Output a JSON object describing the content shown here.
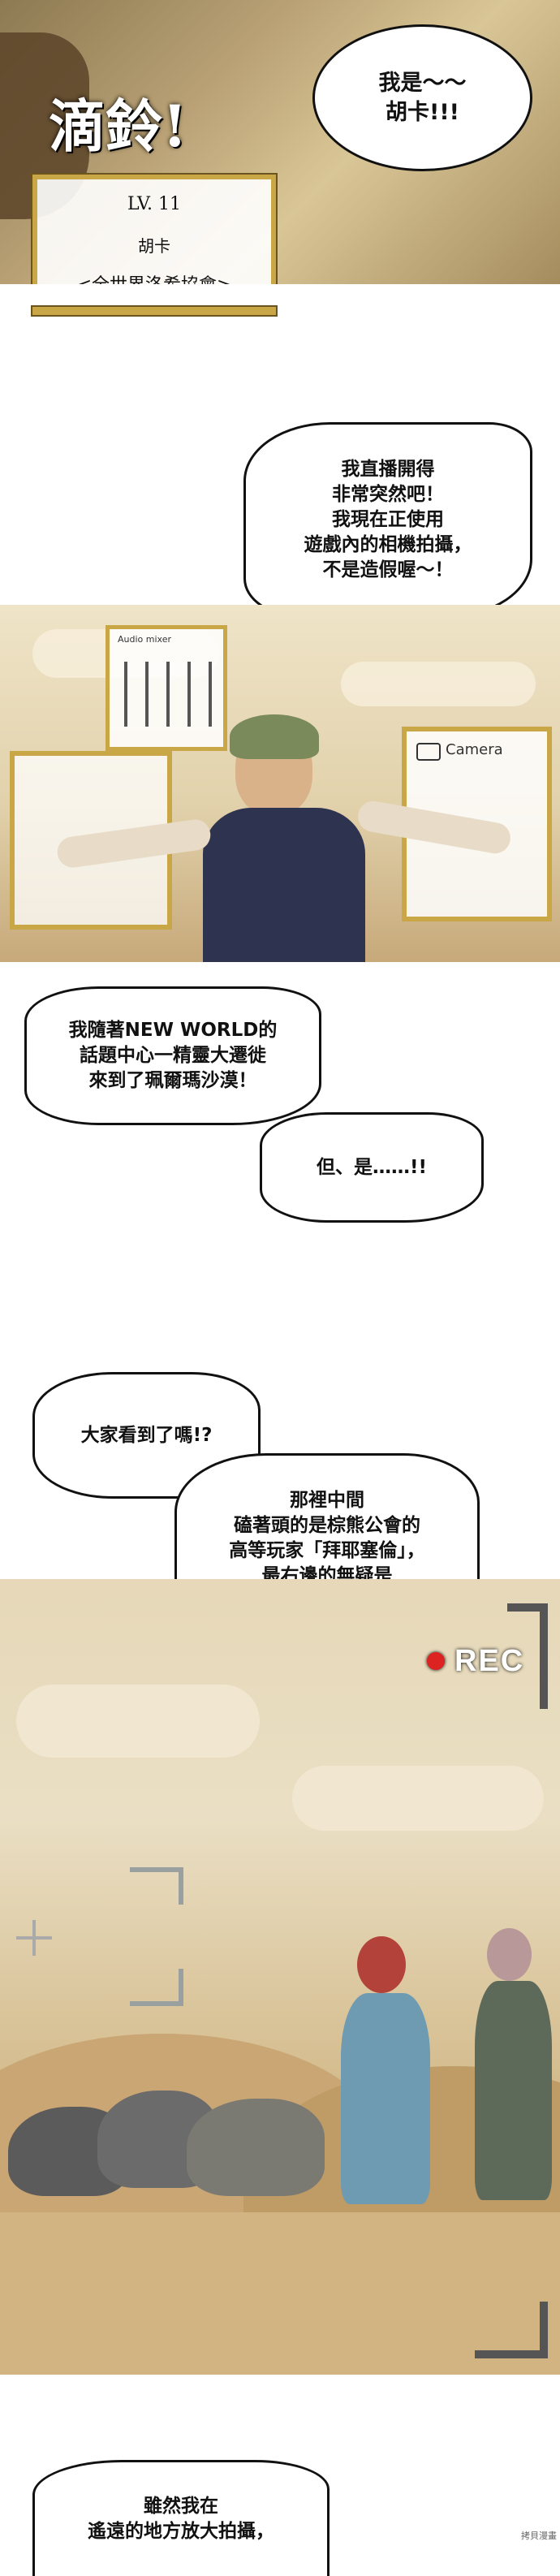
{
  "panel1": {
    "sfx": "滴鈴!",
    "status_window": {
      "level": "LV. 11",
      "name": "胡卡",
      "guild": "<全世界洛希協會>"
    },
    "bubble": "我是～～\n胡卡!!!"
  },
  "panel2": {
    "bubble": "我直播開得\n非常突然吧！\n我現在正使用\n遊戲內的相機拍攝，\n不是造假喔～！"
  },
  "panel3": {
    "audio_label": "Audio mixer",
    "camera_label": "Camera"
  },
  "panel4": {
    "bubble_a": "我隨著NEW WORLD的\n話題中心一精靈大遷徙\n來到了珮爾瑪沙漠！",
    "bubble_b": "但、是……!!"
  },
  "panel5": {
    "bubble_a": "大家看到了嗎!?",
    "bubble_b": "那裡中間\n磕著頭的是棕熊公會的\n高等玩家「拜耶塞倫」，\n最右邊的無疑是\n「阿爾馬」！"
  },
  "panel6": {
    "rec": "REC"
  },
  "panel7": {
    "bubble": "雖然我在\n遙遠的地方放大拍攝，"
  },
  "watermark": "拷貝漫畫",
  "colors": {
    "sand": "#d9c08d",
    "sky": "#e9dcc0",
    "gold": "#c9a646",
    "ink": "#111111"
  }
}
